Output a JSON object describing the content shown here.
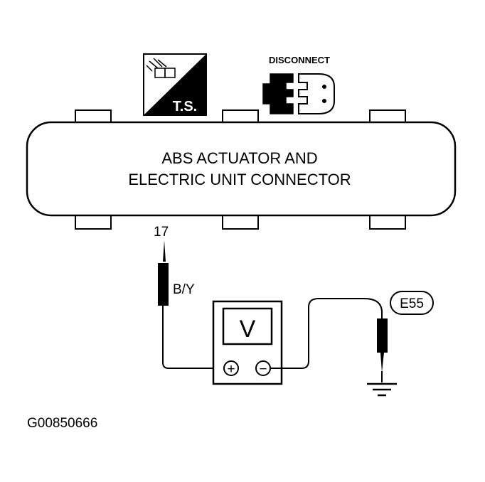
{
  "connector": {
    "line1": "ABS ACTUATOR AND",
    "line2": "ELECTRIC UNIT CONNECTOR",
    "pin_number": "17"
  },
  "ts_icon": {
    "label": "T.S."
  },
  "disconnect_icon": {
    "label": "DISCONNECT"
  },
  "wire": {
    "color_code": "B/Y"
  },
  "voltmeter": {
    "display": "V",
    "plus_terminal": "+",
    "minus_terminal": "−"
  },
  "ground": {
    "label": "E55"
  },
  "figure_id": "G00850666"
}
